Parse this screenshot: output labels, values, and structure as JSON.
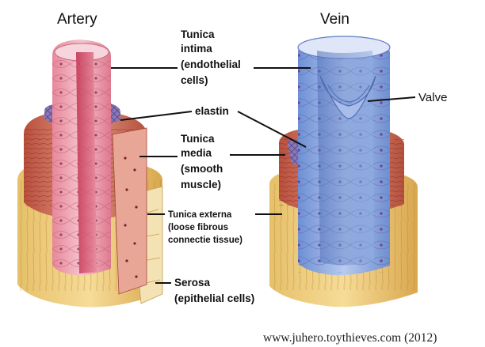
{
  "titles": {
    "artery": "Artery",
    "vein": "Vein"
  },
  "labels": {
    "tunica_intima": [
      "Tunica",
      "intima",
      "(endothelial",
      "cells)"
    ],
    "elastin": "elastin",
    "tunica_media": [
      "Tunica",
      "media",
      "(smooth",
      "muscle)"
    ],
    "tunica_externa": [
      "Tunica externa",
      "(loose fibrous",
      "connectie tissue)"
    ],
    "serosa": [
      "Serosa",
      "(epithelial cells)"
    ],
    "valve": "Valve"
  },
  "credit": "www.juhero.toythieves.com (2012)",
  "colors": {
    "intima_pink": "#e88aa0",
    "media_red": "#c9604f",
    "externa_yellow": "#e9c87a",
    "elastin_purple": "#7b68a8",
    "vein_blue": "#8aa7de",
    "serosa_cream": "#f3e2b4"
  }
}
